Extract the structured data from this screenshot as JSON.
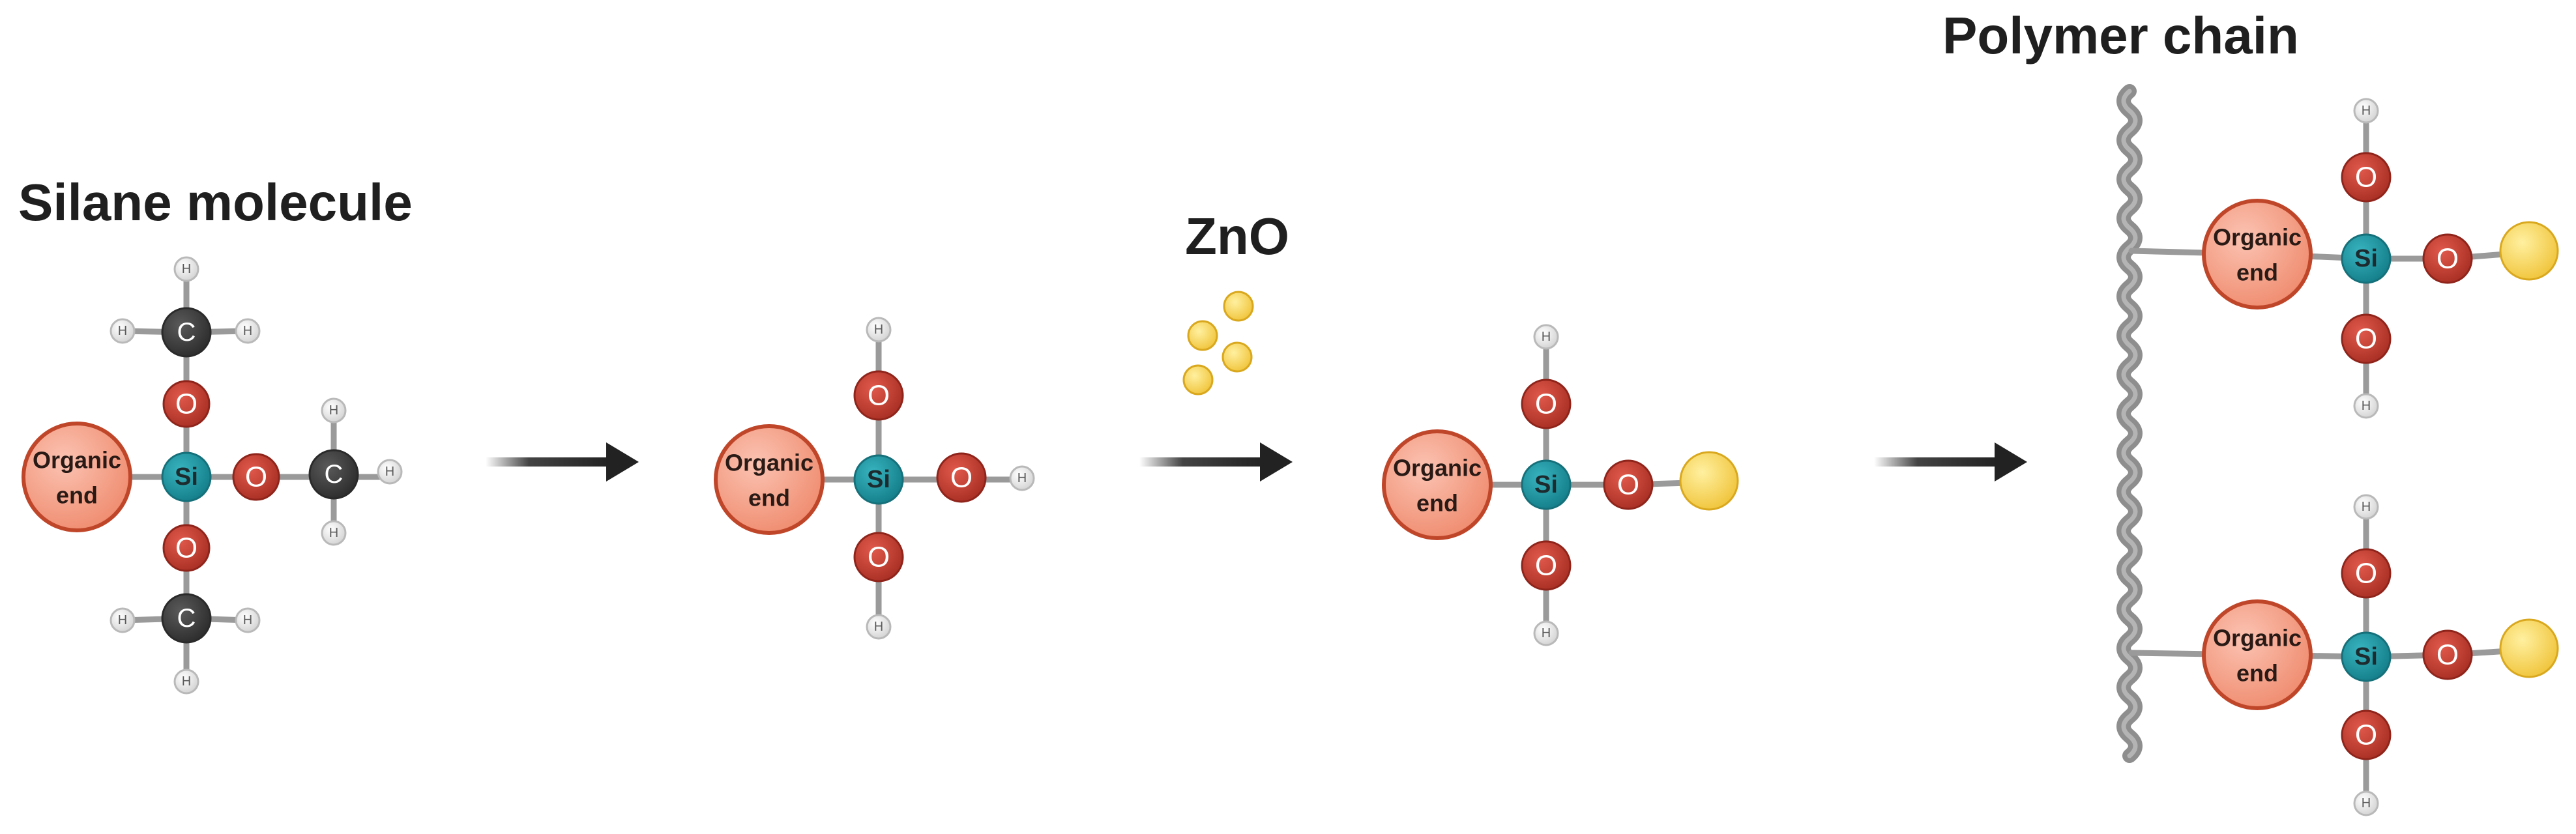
{
  "titles": {
    "silane": "Silane molecule",
    "zno": "ZnO",
    "polymer": "Polymer chain"
  },
  "atoms": {
    "hydrogen": "H",
    "oxygen": "O",
    "carbon": "C",
    "silicon": "Si",
    "organic_line1": "Organic",
    "organic_line2": "end"
  },
  "colors": {
    "oxygen": "#c23a2e",
    "silicon": "#1c96a3",
    "carbon": "#3b3b3b",
    "hydrogen": "#e6e6e6",
    "organic": "#f29a80",
    "zinc_oxide": "#f5cf4f",
    "polymer": "#8e8e8e",
    "arrow": "#222222"
  },
  "icons": {
    "arrow": "right-arrow-icon",
    "polymer": "wavy-chain"
  }
}
